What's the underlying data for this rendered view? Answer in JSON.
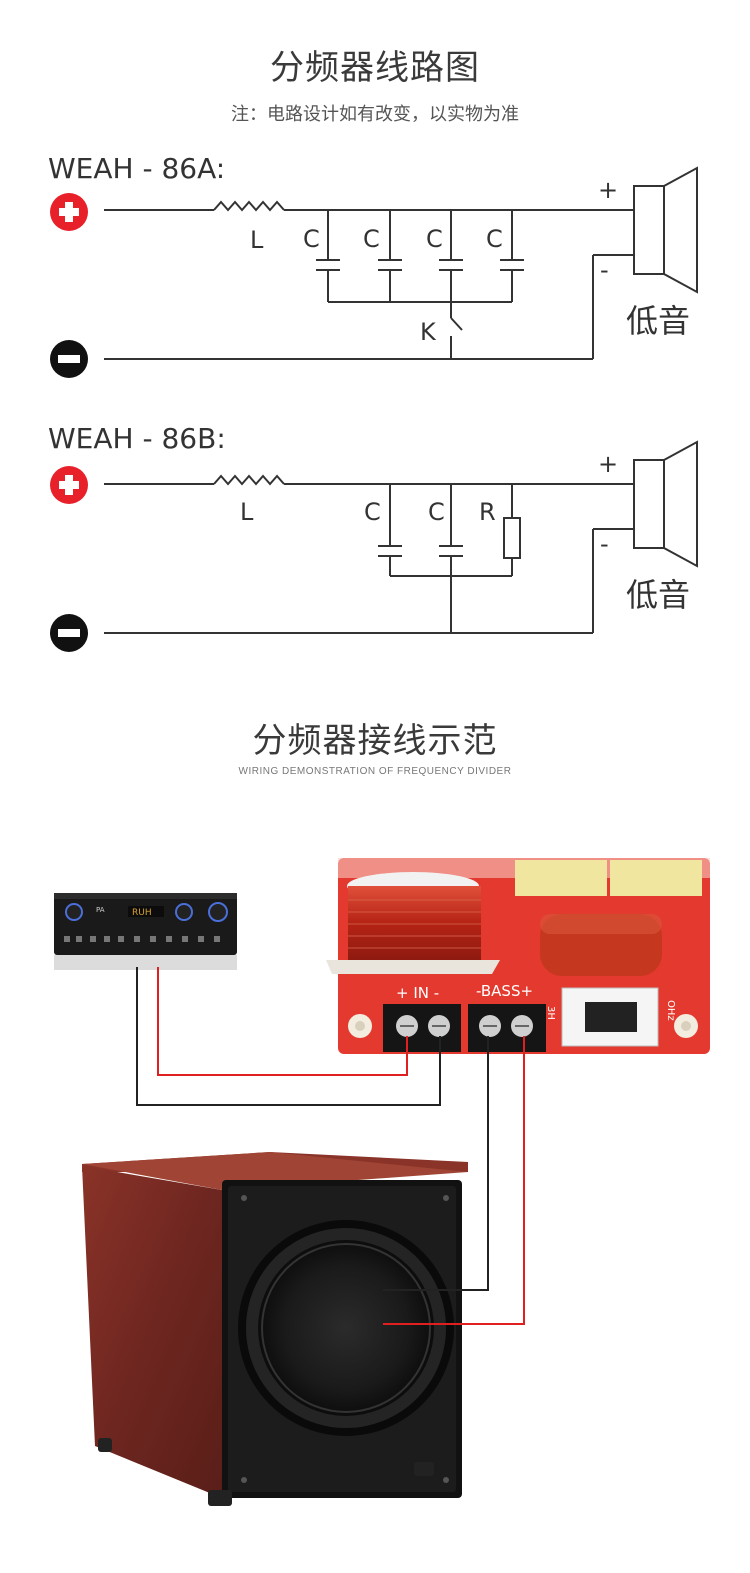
{
  "header": {
    "title": "分频器线路图",
    "note": "注：电路设计如有改变，以实物为准"
  },
  "circuit_a": {
    "model": "WEAH - 86A:",
    "inductor_label": "L",
    "capacitor_label": "C",
    "switch_label": "K",
    "plus_sign": "+",
    "minus_sign": "-",
    "speaker_label": "低音"
  },
  "circuit_b": {
    "model": "WEAH - 86B:",
    "inductor_label": "L",
    "capacitor_label": "C",
    "resistor_label": "R",
    "plus_sign": "+",
    "minus_sign": "-",
    "speaker_label": "低音"
  },
  "wiring": {
    "title": "分频器接线示范",
    "subtitle": "WIRING DEMONSTRATION OF FREQUENCY DIVIDER",
    "board_in_label": "+ IN -",
    "board_bass_label": "-BASS+",
    "amp_display": "RUH",
    "amp_brand": "PA",
    "board_side_label": "3H",
    "board_side_label_right": "OHz"
  },
  "colors": {
    "plus_terminal": "#e8202a",
    "minus_terminal": "#111111",
    "board": "#e3392e",
    "wire_red": "#e02020",
    "wire_black": "#222222",
    "cabinet_wood": "#7a2e24"
  }
}
